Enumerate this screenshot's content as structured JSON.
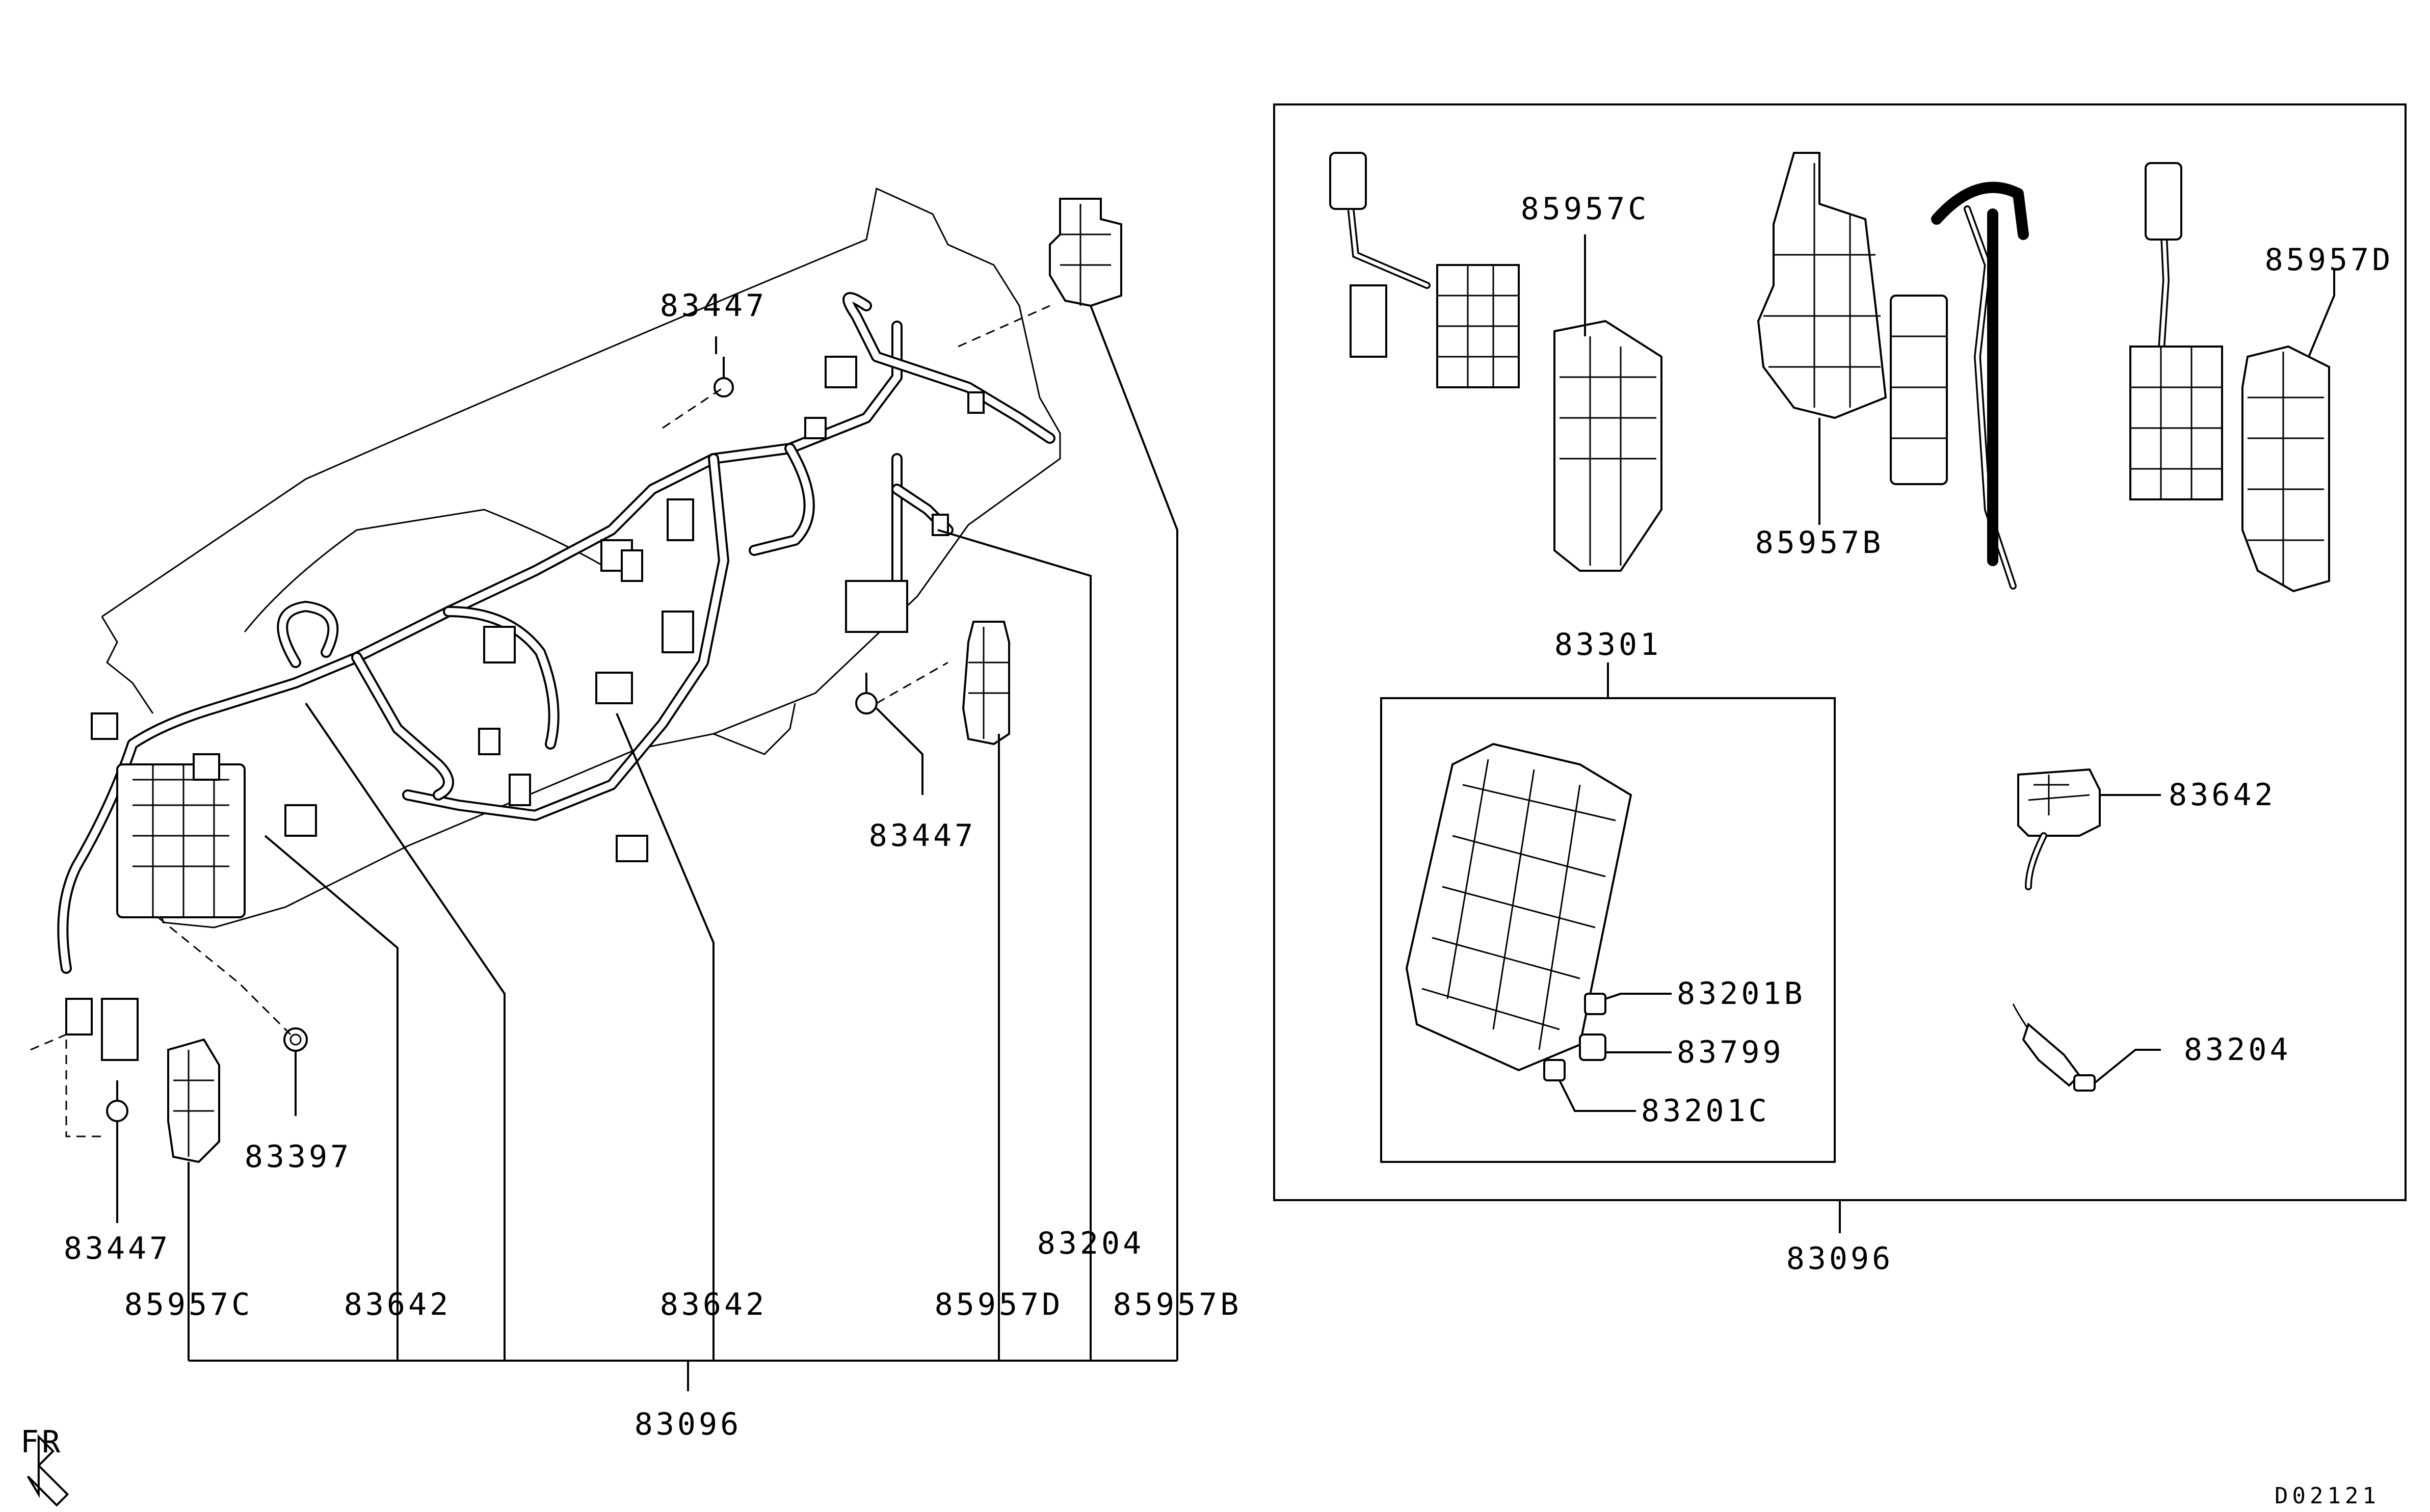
{
  "diagram": {
    "parts": {
      "p83447_top": "83447",
      "p83447_mid": "83447",
      "p83447_left": "83447",
      "p83397": "83397",
      "p85957C_left": "85957C",
      "p83642_a": "83642",
      "p83642_b": "83642",
      "p85957D_left": "85957D",
      "p83204_left": "83204",
      "p85957B_left": "85957B",
      "p83096_left": "83096",
      "p85957C_right": "85957C",
      "p85957B_right": "85957B",
      "p85957D_right": "85957D",
      "p83301": "83301",
      "p83642_right": "83642",
      "p83201B": "83201B",
      "p83799": "83799",
      "p83201C": "83201C",
      "p83204_right": "83204",
      "p83096_right": "83096"
    },
    "direction_label": "FR",
    "figure_code": "D02121"
  }
}
